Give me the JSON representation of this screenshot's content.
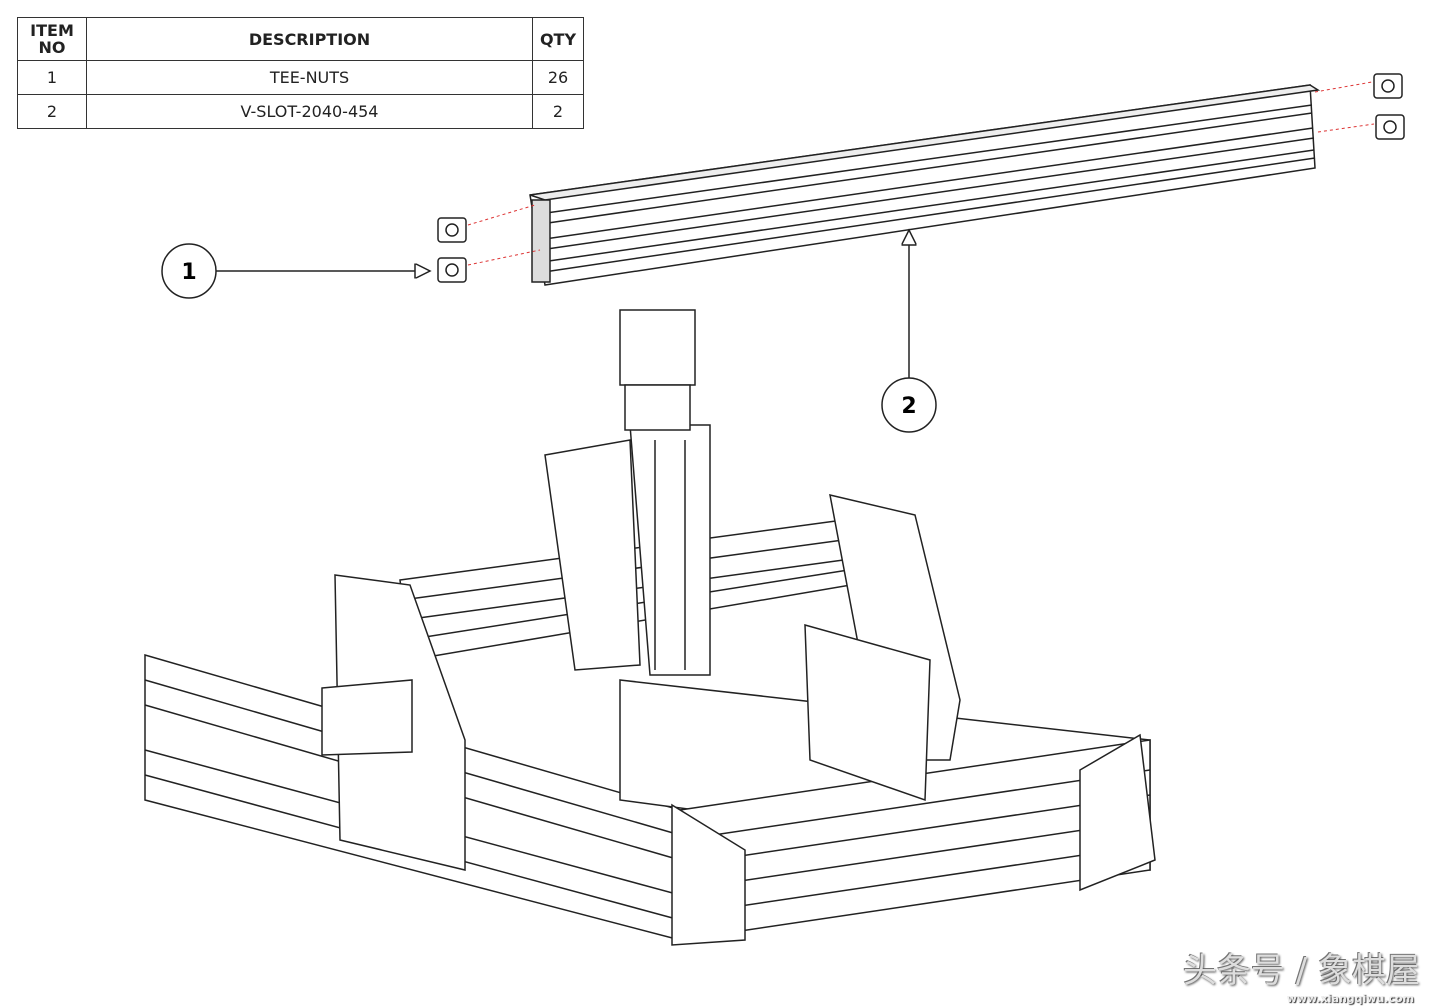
{
  "bom_table": {
    "headers": {
      "item_no": "ITEM NO",
      "description": "DESCRIPTION",
      "qty": "QTY"
    },
    "rows": [
      {
        "item_no": "1",
        "description": "TEE-NUTS",
        "qty": "26"
      },
      {
        "item_no": "2",
        "description": "V-SLOT-2040-454",
        "qty": "2"
      }
    ]
  },
  "callouts": [
    {
      "label": "1",
      "part": "tee-nut"
    },
    {
      "label": "2",
      "part": "v-slot-rail"
    }
  ],
  "watermark": {
    "text": "头条号 / 象棋屋",
    "url": "www.xiangqiwu.com"
  }
}
